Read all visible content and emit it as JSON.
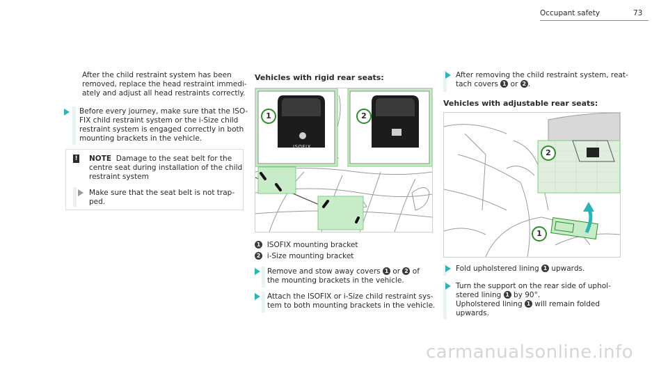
{
  "header": {
    "section": "Occupant safety",
    "page_number": "73"
  },
  "left": {
    "intro_lines": [
      "After the child restraint system has been",
      "removed, replace the head restraint immedi-",
      "ately and adjust all head restraints correctly."
    ],
    "step1_lines": [
      "Before every journey, make sure that the ISO-",
      "FIX child restraint system or the i-Size child",
      "restraint system is engaged correctly in both",
      "mounting brackets in the vehicle."
    ],
    "note_icon": "!",
    "note_title": "NOTE",
    "note_lines": [
      "Damage to the seat belt for the",
      "centre seat during installation of the child",
      "restraint system"
    ],
    "note_step_lines": [
      "Make sure that the seat belt is not trap-",
      "ped."
    ]
  },
  "middle": {
    "heading": "Vehicles with rigid rear seats:",
    "figure": {
      "callout_1": "1",
      "callout_2": "2",
      "isofix_label": "ISOFIX"
    },
    "legend": [
      {
        "num": "1",
        "text": "ISOFIX mounting bracket"
      },
      {
        "num": "2",
        "text": "i-Size mounting bracket"
      }
    ],
    "step1": {
      "pre": "Remove and stow away covers",
      "n1": "1",
      "or": "or",
      "n2": "2",
      "post": "of",
      "line2": "the mounting brackets in the vehicle."
    },
    "step2_lines": [
      "Attach the ISOFIX or i-Size child restraint sys-",
      "tem to both mounting brackets in the vehicle."
    ]
  },
  "right": {
    "step1_line1": "After removing the child restraint system, reat-",
    "step1_line2": {
      "pre": "tach covers",
      "n1": "1",
      "or": "or",
      "n2": "2",
      "post": "."
    },
    "heading": "Vehicles with adjustable rear seats:",
    "figure": {
      "callout_1": "1",
      "callout_2": "2"
    },
    "step2": {
      "pre": "Fold upholstered lining",
      "n1": "1",
      "post": "upwards."
    },
    "step3_line1": "Turn the support on the rear side of uphol-",
    "step3_line2": {
      "pre": "stered lining",
      "n1": "1",
      "post": "by 90°."
    },
    "step3_line3": {
      "pre": "Upholstered lining",
      "n1": "1",
      "post": "will remain folded"
    },
    "step3_line4": "upwards."
  },
  "watermark": "carmanualsonline.info",
  "icons": {
    "step_arrow": "arrow-right-icon",
    "note_icon": "exclamation-icon"
  },
  "colors": {
    "accent": "#2ab5b5",
    "highlight_green": "#c8ecc8",
    "note_border": "#dcdcdc"
  }
}
